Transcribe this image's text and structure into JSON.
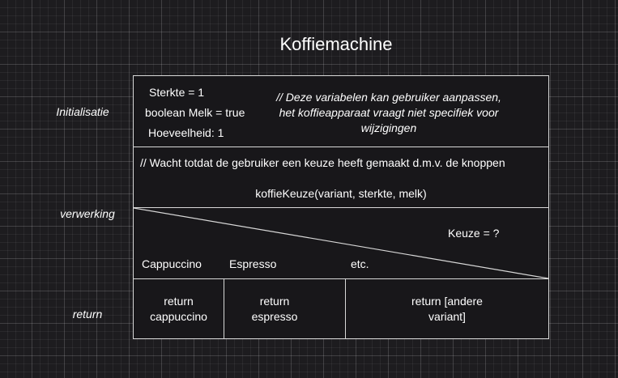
{
  "title": "Koffiemachine",
  "sections": {
    "initialisatie": "Initialisatie",
    "verwerking": "verwerking",
    "return": "return"
  },
  "init": {
    "var_sterkte": "Sterkte = 1",
    "var_melk": "boolean Melk = true",
    "var_hoeveelheid": "Hoeveelheid: 1",
    "comment_line1": "// Deze variabelen kan gebruiker aanpassen,",
    "comment_line2": "het koffieapparaat vraagt niet specifiek voor",
    "comment_line3": "wijzigingen"
  },
  "process": {
    "comment": "// Wacht totdat de gebruiker een keuze heeft gemaakt d.m.v. de knoppen",
    "call": "koffieKeuze(variant, sterkte, melk)"
  },
  "decision": {
    "condition": "Keuze = ?",
    "options": [
      "Cappuccino",
      "Espresso",
      "etc."
    ]
  },
  "returns": [
    {
      "line1": "return",
      "line2": "cappuccino"
    },
    {
      "line1": "return",
      "line2": "espresso"
    },
    {
      "line1": "return [andere",
      "line2": "variant]"
    }
  ]
}
